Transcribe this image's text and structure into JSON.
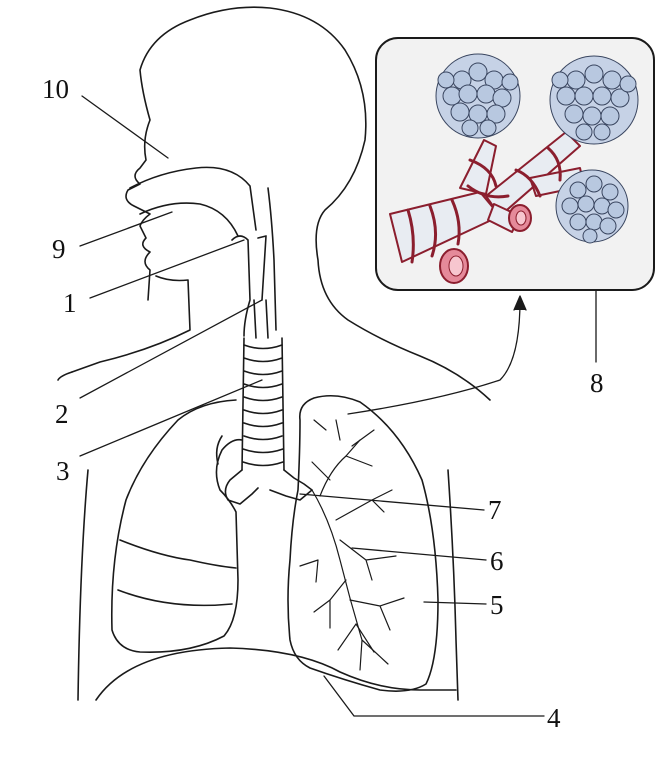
{
  "labels": {
    "l1": "1",
    "l2": "2",
    "l3": "3",
    "l4": "4",
    "l5": "5",
    "l6": "6",
    "l7": "7",
    "l8": "8",
    "l9": "9",
    "l10": "10"
  },
  "colors": {
    "line": "#1a1a1a",
    "vessel": "#8b1e2e",
    "vessel_lumen": "#e58a9a",
    "alveoli": "#b8c8e0",
    "inset_bg": "#f2f2f2"
  }
}
